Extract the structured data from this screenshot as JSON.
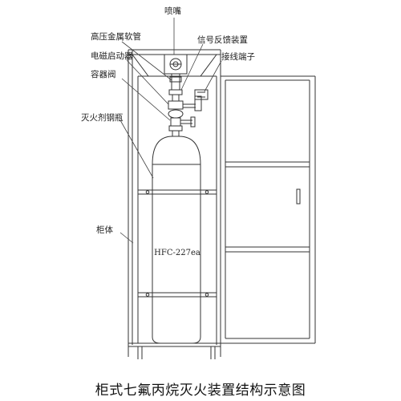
{
  "labels": {
    "nozzle": "喷嘴",
    "hose": "高压金属软管",
    "signal": "信号反馈装置",
    "solenoid": "电磁启动器",
    "terminal": "接线端子",
    "valve": "容器阀",
    "cylinder": "灭火剂钢瓶",
    "cabinet": "柜体"
  },
  "cylinder_text": "HFC-227ea",
  "caption": "柜式七氟丙烷灭火装置结构示意图"
}
